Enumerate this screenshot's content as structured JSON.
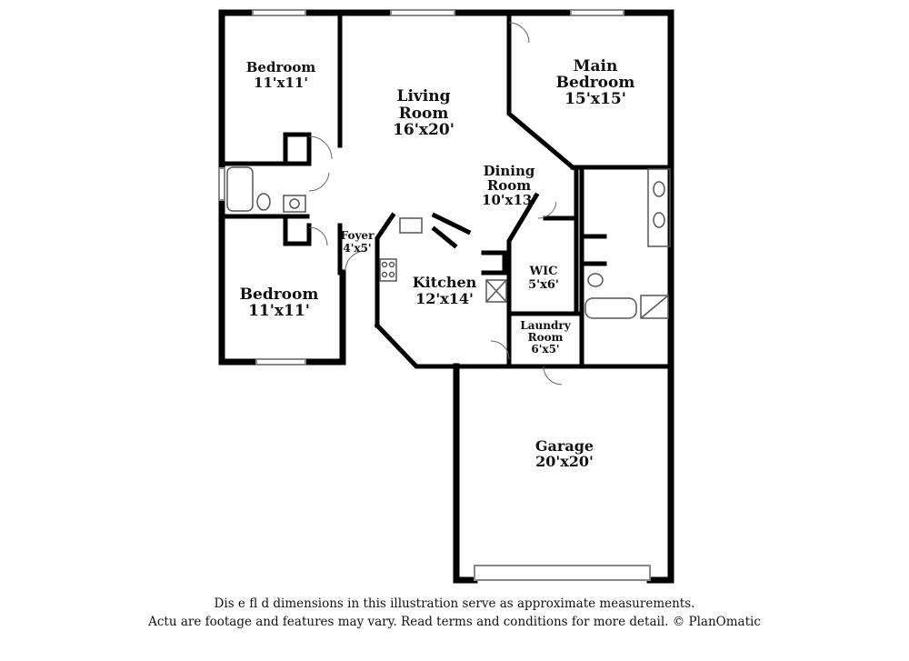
{
  "rooms": {
    "bedroom_top": {
      "name": "Bedroom",
      "size": "11'x11'"
    },
    "living_room": {
      "name_line1": "Living",
      "name_line2": "Room",
      "size": "16'x20'"
    },
    "main_bedroom": {
      "name_line1": "Main",
      "name_line2": "Bedroom",
      "size": "15'x15'"
    },
    "dining_room": {
      "name_line1": "Dining",
      "name_line2": "Room",
      "size": "10'x13'"
    },
    "foyer": {
      "name": "Foyer",
      "size": "4'x5'"
    },
    "kitchen": {
      "name": "Kitchen",
      "size": "12'x14'"
    },
    "wic": {
      "name": "WIC",
      "size": "5'x6'"
    },
    "bedroom_bottom": {
      "name": "Bedroom",
      "size": "11'x11'"
    },
    "laundry_room": {
      "name_line1": "Laundry",
      "name_line2": "Room",
      "size": "6'x5'"
    },
    "garage": {
      "name": "Garage",
      "size": "20'x20'"
    }
  },
  "disclaimer": {
    "line1": "Dis     e fl     d dimensions in this illustration serve as approximate measurements.",
    "line2": "Actu    are footage and features may vary. Read terms and conditions for more detail. © PlanOmatic"
  }
}
